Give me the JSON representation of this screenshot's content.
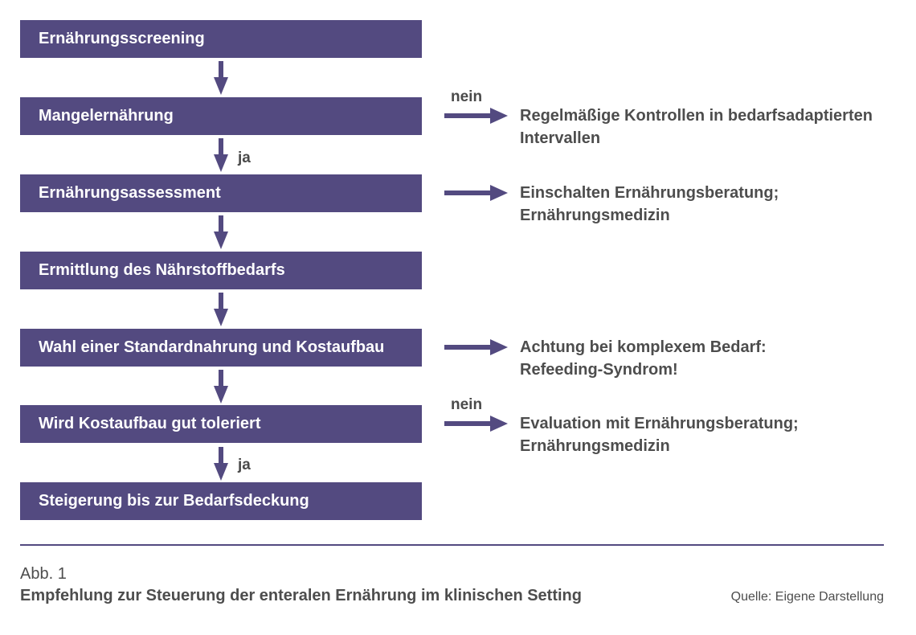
{
  "colors": {
    "primary": "#534a80",
    "text": "#4d4d4d"
  },
  "boxes": [
    "Ernährungsscreening",
    "Mangelernährung",
    "Ernährungsassessment",
    "Ermittlung des Nährstoffbedarfs",
    "Wahl einer Standardnahrung und Kostaufbau",
    "Wird Kostaufbau gut toleriert",
    "Steigerung bis zur Bedarfsdeckung"
  ],
  "labels": {
    "nein_1": "nein",
    "ja_1": "ja",
    "nein_2": "nein",
    "ja_2": "ja"
  },
  "notes": {
    "n1": [
      "Regelmäßige Kontrollen in bedarfsadaptierten",
      "Intervallen"
    ],
    "n2": [
      "Einschalten Ernährungsberatung;",
      "Ernährungsmedizin"
    ],
    "n3": [
      "Achtung bei komplexem Bedarf:",
      "Refeeding-Syndrom!"
    ],
    "n4": [
      "Evaluation mit Ernährungsberatung;",
      "Ernährungsmedizin"
    ]
  },
  "figure": {
    "number": "Abb. 1",
    "caption": "Empfehlung zur Steuerung der enteralen Ernährung im klinischen Setting",
    "source": "Quelle: Eigene Darstellung"
  }
}
